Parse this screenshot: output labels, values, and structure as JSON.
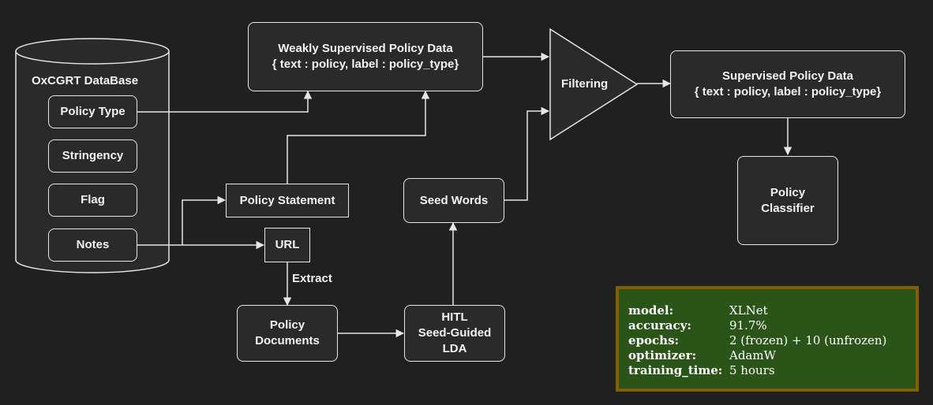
{
  "database": {
    "title": "OxCGRT DataBase",
    "fields": [
      "Policy Type",
      "Stringency",
      "Flag",
      "Notes"
    ]
  },
  "nodes": {
    "weak_data": "Weakly Supervised Policy Data\n{ text : policy, label : policy_type}",
    "filtering": "Filtering",
    "supervised_data": "Supervised Policy Data\n{ text : policy, label : policy_type}",
    "classifier": "Policy\nClassifier",
    "policy_statement": "Policy Statement",
    "url": "URL",
    "seed_words": "Seed Words",
    "policy_documents": "Policy\nDocuments",
    "hitl_lda": "HITL\nSeed-Guided\nLDA"
  },
  "edge_labels": {
    "extract": "Extract"
  },
  "training_info": [
    {
      "key": "model:",
      "value": "XLNet"
    },
    {
      "key": "accuracy:",
      "value": "91.7%"
    },
    {
      "key": "epochs:",
      "value": "2 (frozen) + 10 (unfrozen)"
    },
    {
      "key": "optimizer:",
      "value": "AdamW"
    },
    {
      "key": "training_time:",
      "value": "5 hours"
    }
  ],
  "colors": {
    "background": "#202020",
    "stroke": "#e6e6e6",
    "info_fill": "#2b5419",
    "info_border": "#806000"
  }
}
